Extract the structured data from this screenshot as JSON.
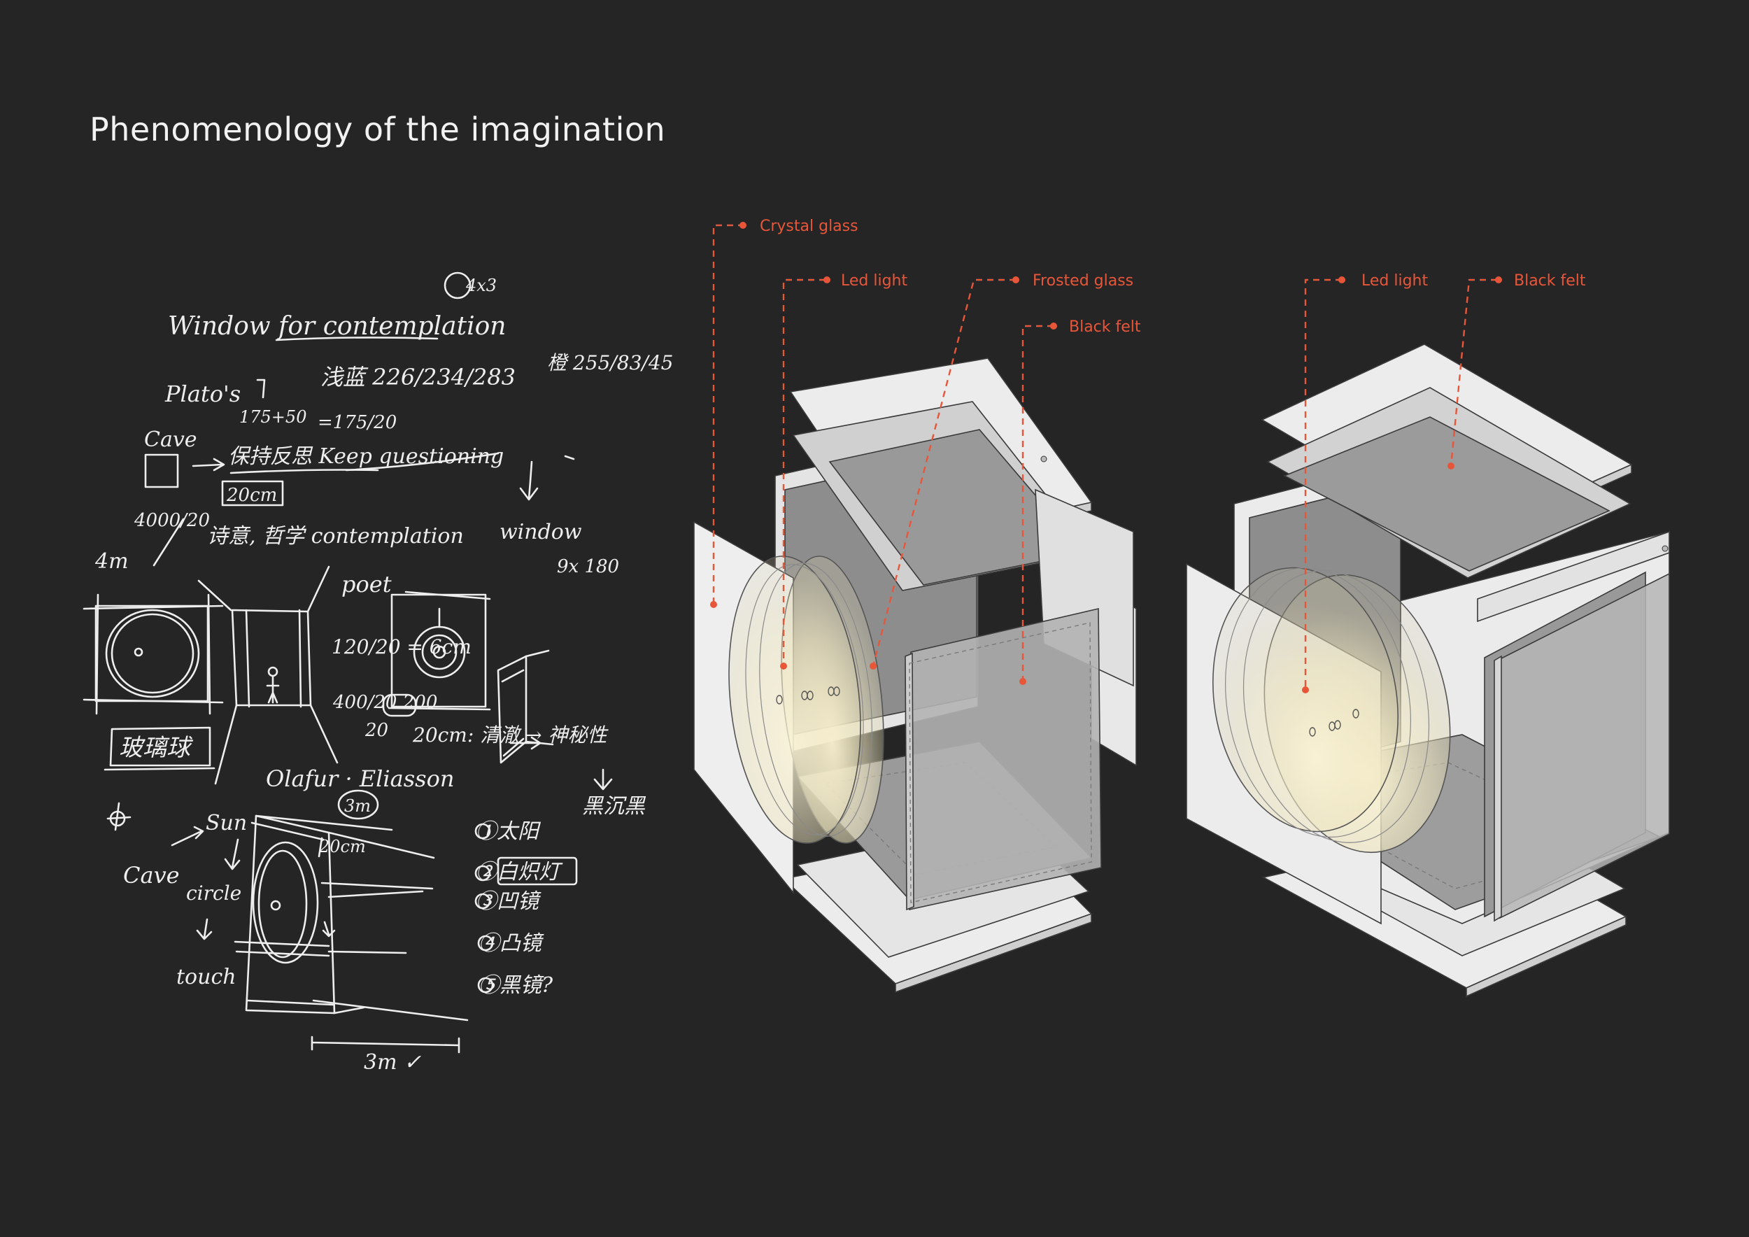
{
  "title": "Phenomenology of the imagination",
  "left_diagram": {
    "labels": {
      "crystal_glass": "Crystal glass",
      "led_light": "Led light",
      "frosted_glass": "Frosted glass",
      "black_felt": "Black felt"
    }
  },
  "right_diagram": {
    "labels": {
      "led_light": "Led light",
      "black_felt": "Black felt"
    }
  },
  "sketch_notes": {
    "window": "Window for contemplation",
    "badge": "4x3",
    "plato": "Plato's",
    "color_blue": "浅蓝 226/234/283",
    "color_orange": "橙 255/83/45",
    "dims_a": "175+50",
    "dims_b": "=175/20",
    "cave": "Cave",
    "keep": "保持反思 Keep questioning",
    "size_20cm": "20cm",
    "dims_4000": "4000/20",
    "poetry": "诗意, 哲学 contemplation",
    "window2": "window",
    "dims_9x": "9x 180",
    "four_m": "4m",
    "poet": "poet",
    "dims_120": "120/20 = 6cm",
    "dims_400": "400/20 200",
    "twenty": "20",
    "twenty_cm": "20cm: 清澈 → 神秘性",
    "glass": "玻璃球",
    "olafur": "Olafur · Eliasson",
    "three_m": "3m",
    "dark": "黑沉黑",
    "sun": "Sun",
    "cave2": "Cave",
    "circle": "circle",
    "twenty_cm2": "20cm",
    "touch": "touch",
    "list": [
      "①太阳",
      "②白炽灯",
      "③凹镜",
      "④凸镜",
      "⑤黑镜?"
    ],
    "three_m2": "3m ✓"
  },
  "colors": {
    "background": "#252525",
    "accent": "#e8563a",
    "panel": "#ebebeb",
    "panel_dark": "#8c8c8c",
    "glow": "#f6efcf"
  }
}
